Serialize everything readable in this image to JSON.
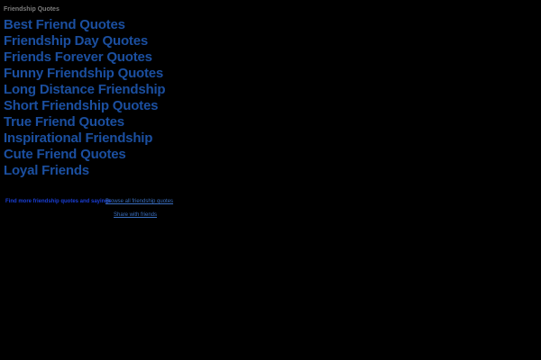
{
  "page": {
    "heading": "Friendship Quotes"
  },
  "links": [
    "Best Friend Quotes",
    "Friendship Day Quotes",
    "Friends Forever Quotes",
    "Funny Friendship Quotes",
    "Long Distance Friendship",
    "Short Friendship Quotes",
    "True Friend Quotes",
    "Inspirational Friendship",
    "Cute Friend Quotes",
    "Loyal Friends"
  ],
  "footer": {
    "lead_text": "Find more friendship quotes and sayings",
    "link_one": "Browse all friendship quotes",
    "link_two": "Share with friends"
  },
  "colors": {
    "background": "#000000",
    "link": "#1b4fa0",
    "footer_lead": "#1a3fd8",
    "footer_link": "#3a6fc0",
    "heading": "#7c7c7c"
  }
}
